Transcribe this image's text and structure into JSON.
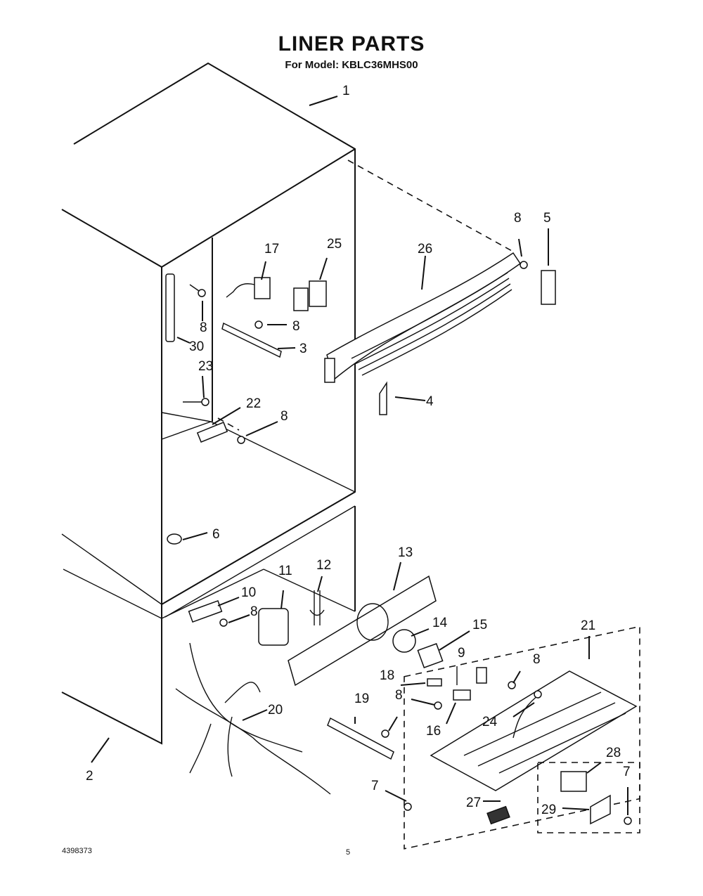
{
  "header": {
    "title": "LINER PARTS",
    "subtitle": "For Model: KBLC36MHS00"
  },
  "footer": {
    "doc_number": "4398373",
    "page_number": "5"
  },
  "callouts": {
    "c1": "1",
    "c2": "2",
    "c3": "3",
    "c4": "4",
    "c5": "5",
    "c6": "6",
    "c7a": "7",
    "c7b": "7",
    "c8a": "8",
    "c8b": "8",
    "c8c": "8",
    "c8d": "8",
    "c8e": "8",
    "c8f": "8",
    "c8g": "8",
    "c9": "9",
    "c10": "10",
    "c11": "11",
    "c12": "12",
    "c13": "13",
    "c14": "14",
    "c15": "15",
    "c16": "16",
    "c17": "17",
    "c18": "18",
    "c19": "19",
    "c20": "20",
    "c21": "21",
    "c22": "22",
    "c23": "23",
    "c24": "24",
    "c25": "25",
    "c26": "26",
    "c27": "27",
    "c28": "28",
    "c29": "29",
    "c30": "30"
  }
}
